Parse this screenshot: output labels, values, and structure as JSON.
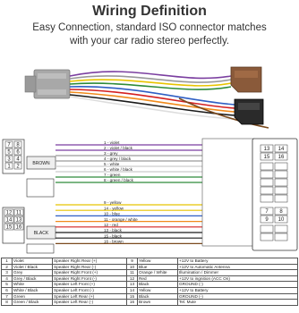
{
  "header": {
    "title": "Wiring Definition",
    "subtitle_line1": "Easy Connection, standard ISO connector matches",
    "subtitle_line2": "with your car radio stereo  perfectly."
  },
  "diagram": {
    "left_block_label": "BROWN",
    "right_block_label": "BLACK",
    "brown_pins": [
      "7",
      "8",
      "5",
      "6",
      "3",
      "4",
      "1",
      "2"
    ],
    "black_pins": [
      "12",
      "11",
      "14",
      "13",
      "15",
      "16"
    ],
    "right_top_pins": [
      "13",
      "14",
      "15",
      "16"
    ],
    "right_bottom_pins": [
      "7",
      "8",
      "9",
      "10"
    ],
    "brown_wires": [
      "1 - violet",
      "2 - violet / black",
      "3 - grey",
      "4 - grey / black",
      "5 - white",
      "6 - white / black",
      "7 - green",
      "8 - green / black"
    ],
    "black_wires": [
      "9 - yellow",
      "14 - yellow",
      "10 - blue",
      "11 - orange / white",
      "12 - red",
      "13 - black",
      "15 - black",
      "16 - brown"
    ]
  },
  "wire_colors": {
    "violet": "#7b3fa0",
    "grey": "#9a9a9a",
    "white": "#eeeeee",
    "green": "#2e8b3a",
    "yellow": "#e8c400",
    "blue": "#2f5fc4",
    "orange": "#f08a1c",
    "red": "#d42020",
    "black": "#1a1a1a",
    "brown": "#7a4a1e",
    "connector_brown": "#8a5a3a",
    "connector_grey": "#a8a8a8"
  },
  "pin_table": {
    "rows": [
      [
        "1",
        "Violet",
        "Speaker Right Rear (+)",
        "9",
        "Yellow",
        "+12V to Battery"
      ],
      [
        "2",
        "Violet / Black",
        "Speaker Right Rear (-)",
        "10",
        "Blue",
        "+12V to Automatic Antenna"
      ],
      [
        "3",
        "Grey",
        "Speaker Right Front (+)",
        "11",
        "Orange / White",
        "Illumination / Dimmer"
      ],
      [
        "4",
        "Grey / Black",
        "Speaker Right Front (-)",
        "12",
        "Red",
        "+12V to ingnition (ACC On)"
      ],
      [
        "5",
        "White",
        "Speaker Left Front (+)",
        "13",
        "Black",
        "GROUND (-)"
      ],
      [
        "6",
        "White / Black",
        "Speaker Left Front (-)",
        "14",
        "Yellow",
        "+12V to Battery"
      ],
      [
        "7",
        "Green",
        "Speaker Left Rear (+)",
        "15",
        "Black",
        "GROUND (-)"
      ],
      [
        "8",
        "Green / Black",
        "Speaker Left Rear (-)",
        "16",
        "Brown",
        "Tel. Mute"
      ]
    ]
  }
}
